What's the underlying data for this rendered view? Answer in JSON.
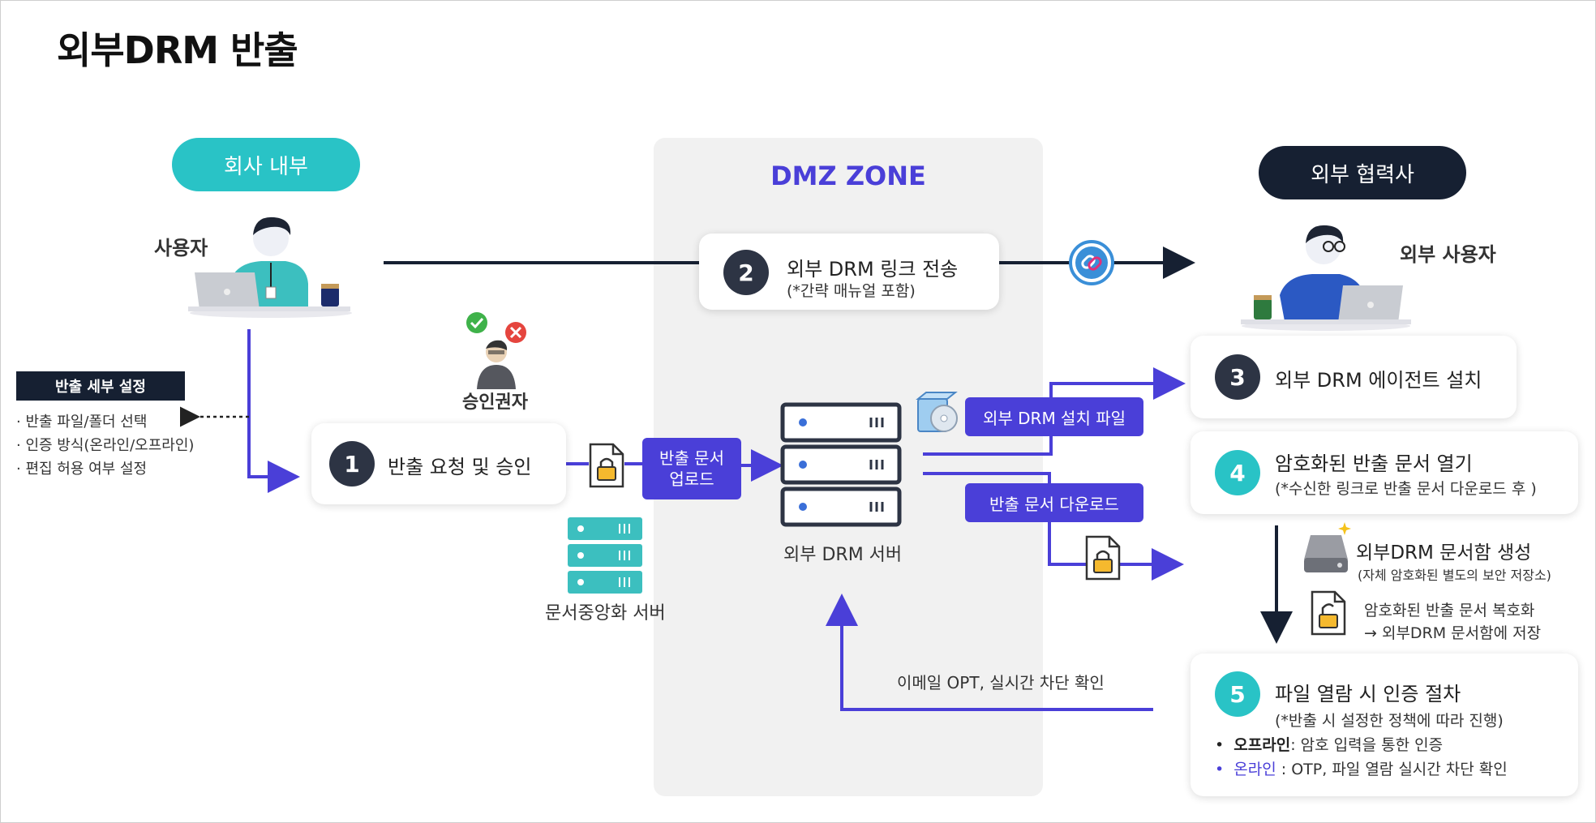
{
  "title": "외부DRM 반출",
  "zones": {
    "internal": "회사 내부",
    "dmz": "DMZ ZONE",
    "external": "외부 협력사"
  },
  "actors": {
    "user": "사용자",
    "approver": "승인권자",
    "external_user": "외부 사용자",
    "doc_server": "문서중앙화 서버",
    "drm_server": "외부 DRM 서버"
  },
  "settings": {
    "title": "반출 세부 설정",
    "items": [
      "· 반출 파일/폴더 선택",
      "· 인증 방식(온라인/오프라인)",
      "· 편집 허용 여부 설정"
    ]
  },
  "steps": [
    {
      "num": "1",
      "title": "반출 요청 및 승인"
    },
    {
      "num": "2",
      "title": "외부 DRM 링크 전송",
      "sub": "(*간략 매뉴얼 포함)"
    },
    {
      "num": "3",
      "title": "외부 DRM 에이전트 설치"
    },
    {
      "num": "4",
      "title": "암호화된 반출 문서 열기",
      "sub": "(*수신한 링크로 반출 문서 다운로드 후 )"
    },
    {
      "num": "5",
      "title": "파일 열람 시 인증 절차",
      "sub": "(*반출 시 설정한 정책에 따라 진행)",
      "bullets": [
        {
          "key": "오프라인",
          "text": ": 암호 입력을 통한 인증"
        },
        {
          "key": "온라인",
          "text": " : OTP, 파일 열람 실시간 차단 확인"
        }
      ]
    }
  ],
  "flow_labels": {
    "upload": "반출 문서 업로드",
    "install_file": "외부 DRM 설치 파일",
    "download": "반출 문서 다운로드",
    "email_otp": "이메일 OPT, 실시간 차단 확인"
  },
  "external_notes": {
    "create_box": "외부DRM 문서함 생성",
    "create_box_sub": "(자체 암호화된 별도의 보안 저장소)",
    "decrypt_1": "암호화된 반출 문서 복호화",
    "decrypt_2": "→ 외부DRM 문서함에 저장"
  },
  "colors": {
    "accent": "#4a3fd8",
    "teal": "#29c3c6",
    "navy": "#162032",
    "dark_num": "#2d3444"
  }
}
